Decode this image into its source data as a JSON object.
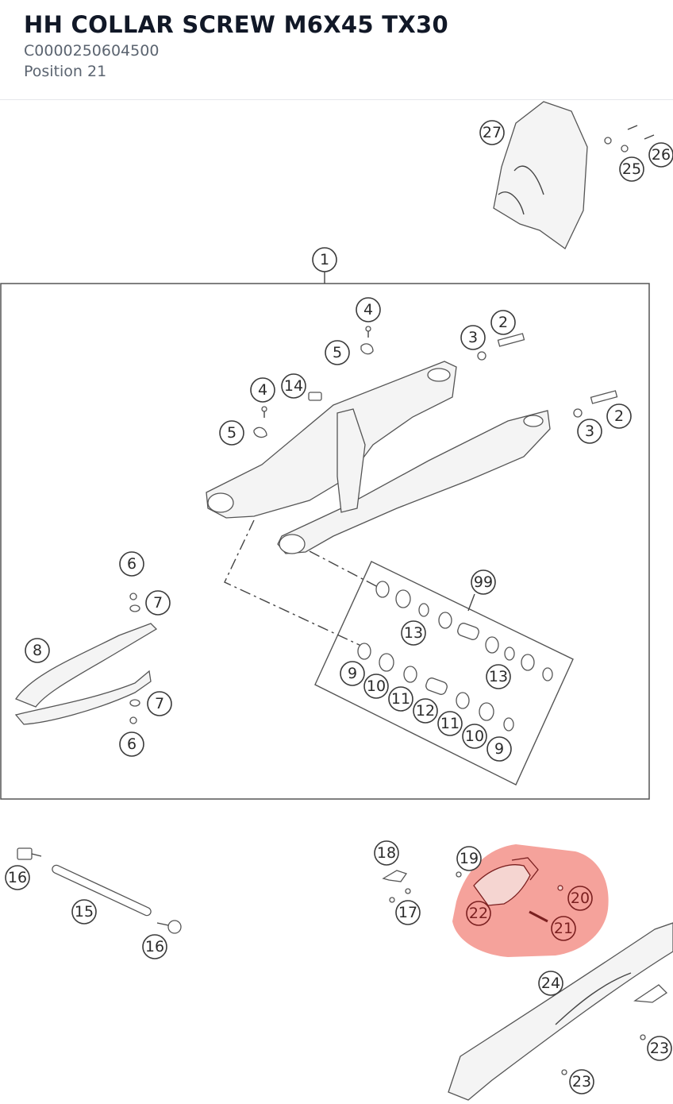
{
  "header": {
    "title": "HH COLLAR SCREW M6X45 TX30",
    "part_number": "C0000250604500",
    "position": "Position 21"
  },
  "diagram": {
    "highlight_color": "#f28b82",
    "callouts": [
      "27",
      "26",
      "25",
      "1",
      "4",
      "2",
      "3",
      "5",
      "14",
      "4",
      "2",
      "5",
      "3",
      "6",
      "99",
      "7",
      "13",
      "8",
      "13",
      "9",
      "10",
      "11",
      "12",
      "11",
      "10",
      "9",
      "7",
      "6",
      "16",
      "18",
      "19",
      "20",
      "22",
      "21",
      "15",
      "17",
      "16",
      "24",
      "23",
      "23"
    ],
    "selected_callout": "21"
  }
}
